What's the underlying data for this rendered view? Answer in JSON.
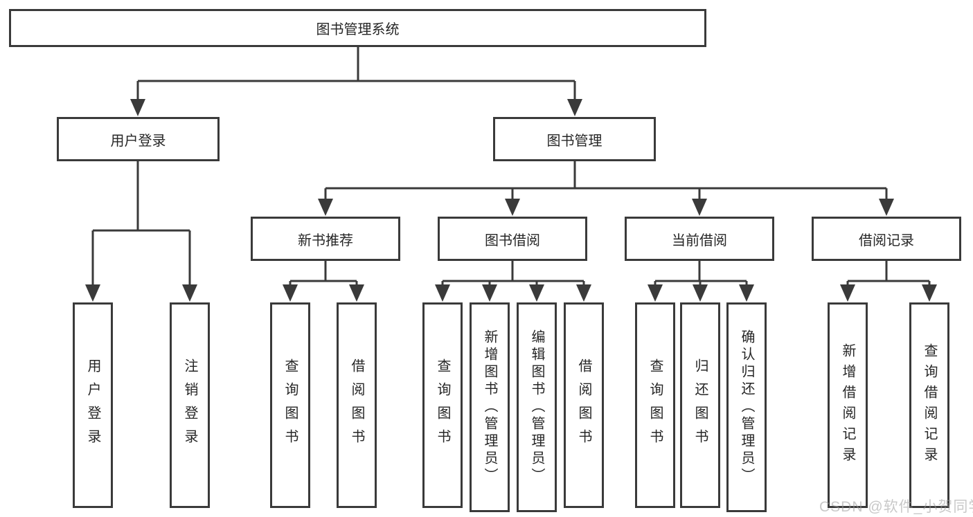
{
  "title": "图书管理系统",
  "tree": {
    "root": "图书管理系统",
    "children": [
      {
        "label": "用户登录",
        "children": [
          "用户登录",
          "注销登录"
        ]
      },
      {
        "label": "图书管理",
        "children": [
          {
            "label": "新书推荐",
            "children": [
              "查询图书",
              "借阅图书"
            ]
          },
          {
            "label": "图书借阅",
            "children": [
              "查询图书",
              "新增图书（管理员）",
              "编辑图书（管理员）",
              "借阅图书"
            ]
          },
          {
            "label": "当前借阅",
            "children": [
              "查询图书",
              "归还图书",
              "确认归还（管理员）"
            ]
          },
          {
            "label": "借阅记录",
            "children": [
              "新增借阅记录",
              "查询借阅记录"
            ]
          }
        ]
      }
    ]
  },
  "watermark": "CSDN @软件_小贺同学",
  "colors": {
    "line": "#3a3a3a",
    "text": "#262626",
    "background": "#ffffff",
    "watermark": "#9c9c9c"
  }
}
